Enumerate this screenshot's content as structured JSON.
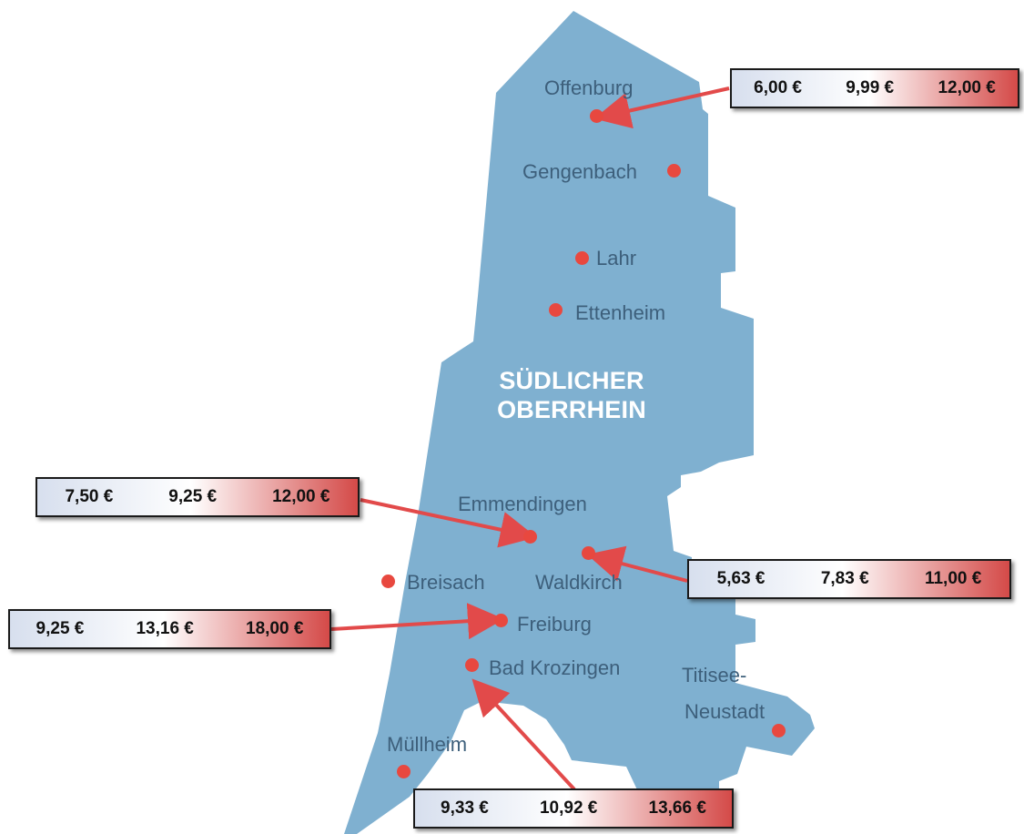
{
  "region": {
    "line1": "SÜDLICHER",
    "line2": "OBERRHEIN"
  },
  "colors": {
    "region_fill": "#7fb0d0",
    "marker": "#e8483f",
    "arrow": "#e24a4a",
    "label": "#3d5f7b"
  },
  "cities": [
    {
      "name": "Offenburg"
    },
    {
      "name": "Gengenbach"
    },
    {
      "name": "Lahr"
    },
    {
      "name": "Ettenheim"
    },
    {
      "name": "Emmendingen"
    },
    {
      "name": "Waldkirch"
    },
    {
      "name": "Breisach"
    },
    {
      "name": "Freiburg"
    },
    {
      "name": "Bad Krozingen"
    },
    {
      "name": "Titisee-"
    },
    {
      "name": "Neustadt"
    },
    {
      "name": "Müllheim"
    }
  ],
  "price_boxes": [
    {
      "city": "Offenburg",
      "min": "6,00 €",
      "avg": "9,99 €",
      "max": "12,00 €"
    },
    {
      "city": "Emmendingen",
      "min": "7,50 €",
      "avg": "9,25 €",
      "max": "12,00 €"
    },
    {
      "city": "Waldkirch",
      "min": "5,63 €",
      "avg": "7,83 €",
      "max": "11,00 €"
    },
    {
      "city": "Freiburg",
      "min": "9,25 €",
      "avg": "13,16 €",
      "max": "18,00 €"
    },
    {
      "city": "Bad Krozingen",
      "min": "9,33 €",
      "avg": "10,92 €",
      "max": "13,66 €"
    }
  ]
}
